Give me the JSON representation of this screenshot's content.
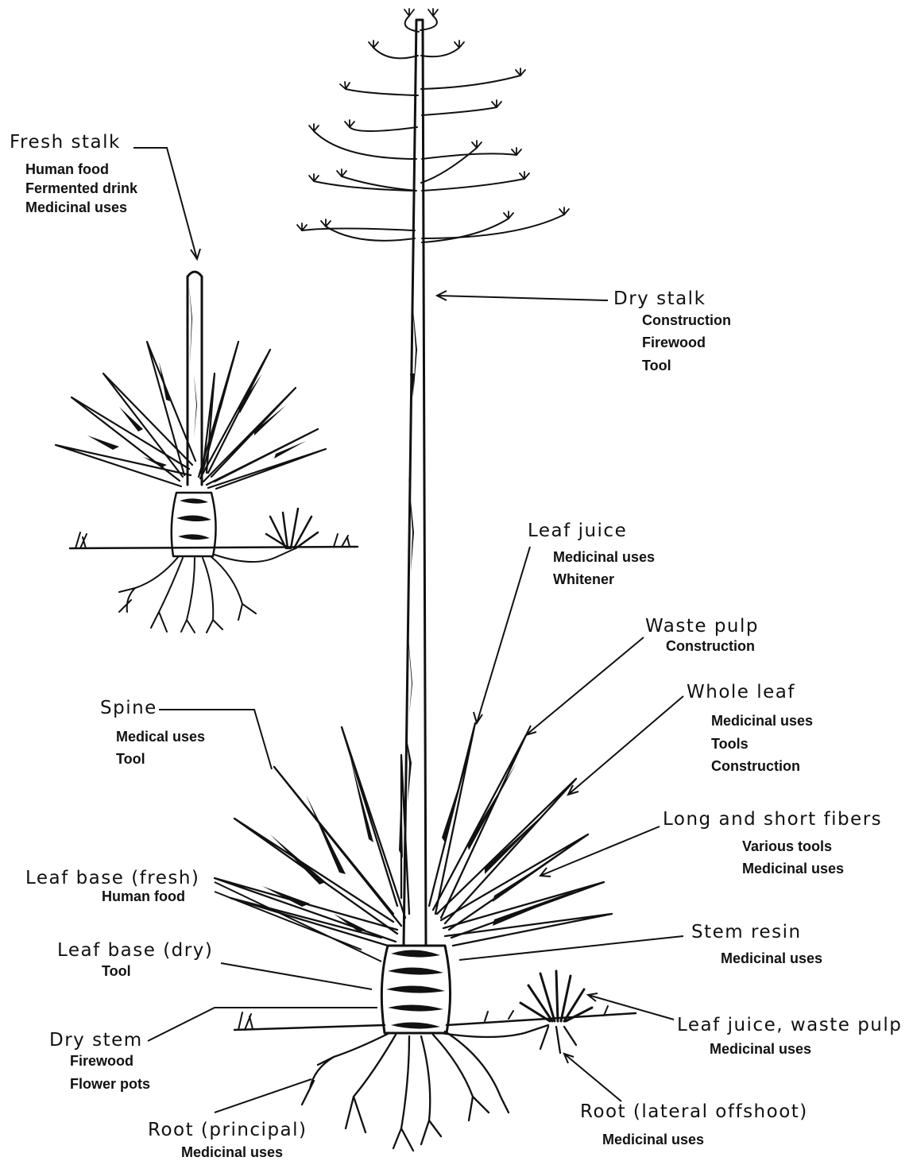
{
  "labels": [
    {
      "id": "fresh-stalk",
      "title": "Fresh stalk",
      "uses": [
        "Human food",
        "Fermented drink",
        "Medicinal uses"
      ]
    },
    {
      "id": "dry-stalk",
      "title": "Dry stalk",
      "uses": [
        "Construction",
        "Firewood",
        "Tool"
      ]
    },
    {
      "id": "leaf-juice",
      "title": "Leaf juice",
      "uses": [
        "Medicinal uses",
        "Whitener"
      ]
    },
    {
      "id": "waste-pulp",
      "title": "Waste pulp",
      "uses": [
        "Construction"
      ]
    },
    {
      "id": "whole-leaf",
      "title": "Whole leaf",
      "uses": [
        "Medicinal uses",
        "Tools",
        "Construction"
      ]
    },
    {
      "id": "spine",
      "title": "Spine",
      "uses": [
        "Medical uses",
        "Tool"
      ]
    },
    {
      "id": "fibers",
      "title": "Long and short fibers",
      "uses": [
        "Various tools",
        "Medicinal uses"
      ]
    },
    {
      "id": "leaf-base-fresh",
      "title": "Leaf base (fresh)",
      "uses": [
        "Human food"
      ]
    },
    {
      "id": "leaf-base-dry",
      "title": "Leaf base (dry)",
      "uses": [
        "Tool"
      ]
    },
    {
      "id": "stem-resin",
      "title": "Stem resin",
      "uses": [
        "Medicinal uses"
      ]
    },
    {
      "id": "offshoot-juice",
      "title": "Leaf juice, waste pulp",
      "uses": [
        "Medicinal uses"
      ]
    },
    {
      "id": "dry-stem",
      "title": "Dry stem",
      "uses": [
        "Firewood",
        "Flower pots"
      ]
    },
    {
      "id": "root-principal",
      "title": "Root (principal)",
      "uses": [
        "Medicinal uses"
      ]
    },
    {
      "id": "root-lateral",
      "title": "Root (lateral offshoot)",
      "uses": [
        "Medicinal uses"
      ]
    }
  ]
}
